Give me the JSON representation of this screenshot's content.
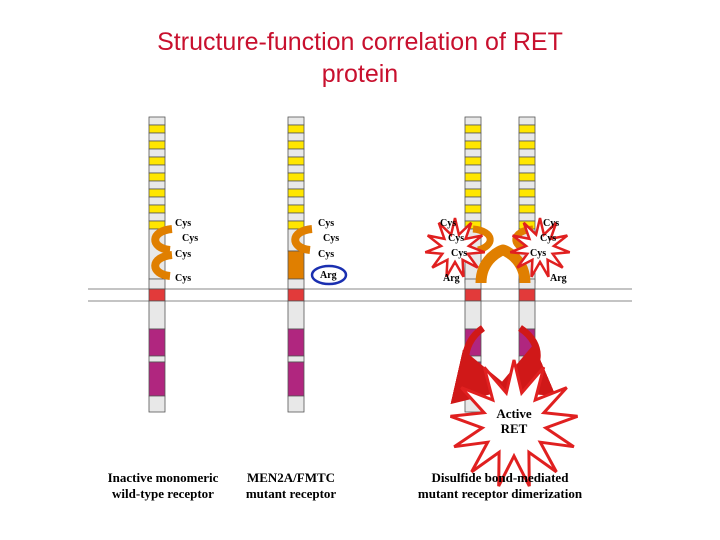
{
  "title": {
    "line1": "Structure-function correlation of RET",
    "line2": "protein"
  },
  "colors": {
    "title": "#c8102e",
    "cadherin_segment": "#ffe600",
    "cysteine_arc": "#e07f00",
    "transmembrane": "#e23a3a",
    "kinase": "#b0267f",
    "membrane_line": "#b0b0b0",
    "disulfide_arrow": "#d01818",
    "arg_circle": "#1a2fb0"
  },
  "receptors": [
    {
      "labels": [
        "Cys",
        "Cys",
        "Cys",
        "Cys"
      ],
      "caption_line1": "Inactive monomeric",
      "caption_line2": "wild-type receptor"
    },
    {
      "labels": [
        "Cys",
        "Cys",
        "Cys",
        "Arg"
      ],
      "caption_line1": "MEN2A/FMTC",
      "caption_line2": "mutant   receptor"
    },
    {
      "labels_left": [
        "Cys",
        "Cys",
        "Cys",
        "Arg"
      ],
      "labels_right": [
        "Cys",
        "Cys",
        "Cys",
        "Arg"
      ],
      "caption_line1": "Disulfide bond-mediated",
      "caption_line2": "mutant receptor   dimerization"
    }
  ],
  "active_label": {
    "line1": "Active",
    "line2": "RET"
  }
}
